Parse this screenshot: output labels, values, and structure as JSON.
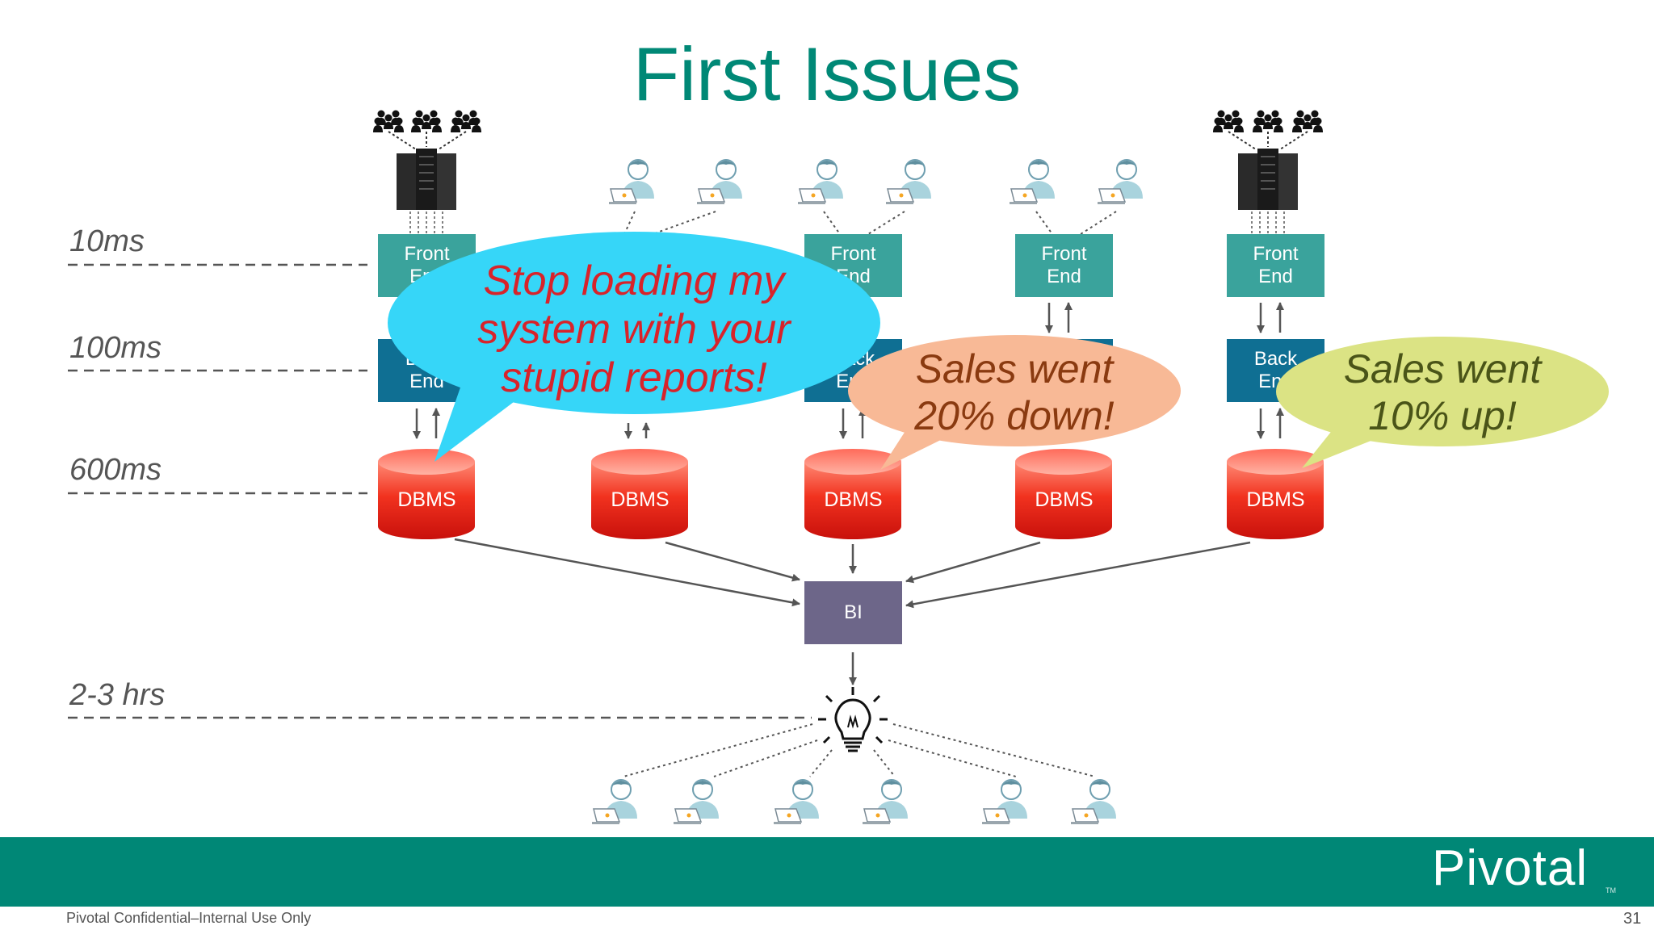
{
  "slide": {
    "title": "First Issues",
    "footer_left": "Pivotal Confidential–Internal Use Only",
    "page_number": "31",
    "logo": "Pivotal",
    "logo_mark": "TM",
    "colors": {
      "title": "#008876",
      "footer_band": "#008776",
      "front_end": "#3aa39c",
      "back_end": "#0f6f93",
      "bi": "#6d6689",
      "dbms": "#e8221c",
      "bubble_blue": "#36d6f8",
      "bubble_orange": "#f8b996",
      "bubble_green": "#dbe384"
    }
  },
  "latency": [
    {
      "label": "10ms"
    },
    {
      "label": "100ms"
    },
    {
      "label": "600ms"
    },
    {
      "label": "2-3 hrs"
    }
  ],
  "nodes": {
    "front_end": "Front\nEnd",
    "back_end": "Back\nEnd",
    "dbms": "DBMS",
    "bi": "BI"
  },
  "bubbles": [
    {
      "text": "Stop loading my\nsystem with your\nstupid reports!",
      "color": "#36d6f8",
      "text_color": "#d8232a"
    },
    {
      "text": "Sales went\n20% down!",
      "color": "#f8b996",
      "text_color": "#8a3a10"
    },
    {
      "text": "Sales went\n10% up!",
      "color": "#dbe384",
      "text_color": "#4a5418"
    }
  ],
  "icons": {
    "server": "server-rack-icon",
    "crowd": "user-group-icon",
    "user": "user-laptop-icon",
    "insight": "lightbulb-icon"
  }
}
